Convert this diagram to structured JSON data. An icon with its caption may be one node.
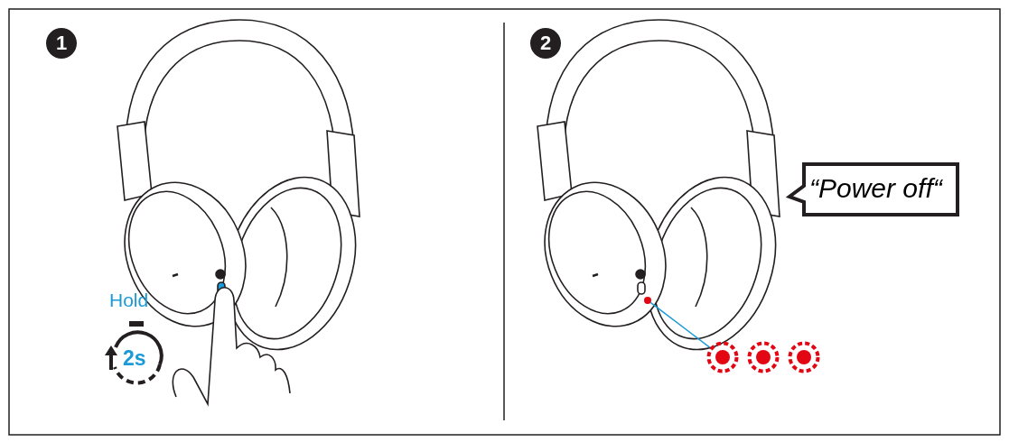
{
  "diagram": {
    "nodes": [
      {
        "text": [
          "1"
        ]
      },
      {
        "text": [
          "2"
        ]
      },
      {
        "text": [
          "“Power off“"
        ]
      },
      {
        "text": [],
        "shape": "circle"
      },
      {
        "text": [],
        "shape": "circle"
      },
      {
        "text": [],
        "shape": "circle"
      },
      {
        "text": [],
        "shape": "circle"
      }
    ],
    "edges": [
      {
        "from": 3,
        "to": 4,
        "arrow": "none",
        "color": "#1a9ad6"
      }
    ],
    "labels": [
      "Hold",
      "2s"
    ]
  }
}
